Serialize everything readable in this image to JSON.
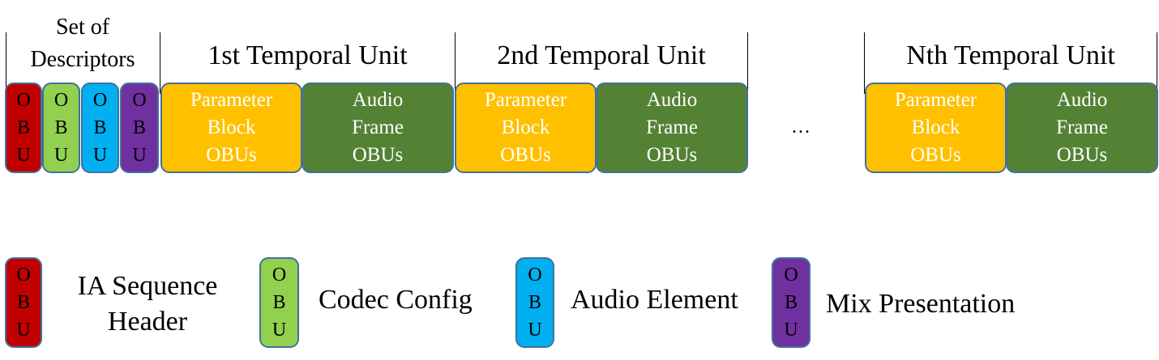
{
  "headers": {
    "descriptors": [
      "Set of",
      "Descriptors"
    ],
    "tu1": "1st Temporal Unit",
    "tu2": "2nd Temporal Unit",
    "tun": "Nth Temporal Unit"
  },
  "obu_letters": [
    "O",
    "B",
    "U"
  ],
  "param_block": [
    "Parameter",
    "Block",
    "OBUs"
  ],
  "audio_frame": [
    "Audio",
    "Frame",
    "OBUs"
  ],
  "ellipsis": "…",
  "legend": {
    "seq_header": [
      "IA Sequence",
      "Header"
    ],
    "codec_config": "Codec Config",
    "audio_element": "Audio Element",
    "mix_presentation": "Mix Presentation"
  },
  "colors": {
    "ia_sequence_header": "#c00000",
    "codec_config": "#92d050",
    "audio_element": "#00b0f0",
    "mix_presentation": "#7030a0",
    "parameter_block": "#ffc000",
    "audio_frame": "#548235",
    "box_border": "#41719c"
  }
}
